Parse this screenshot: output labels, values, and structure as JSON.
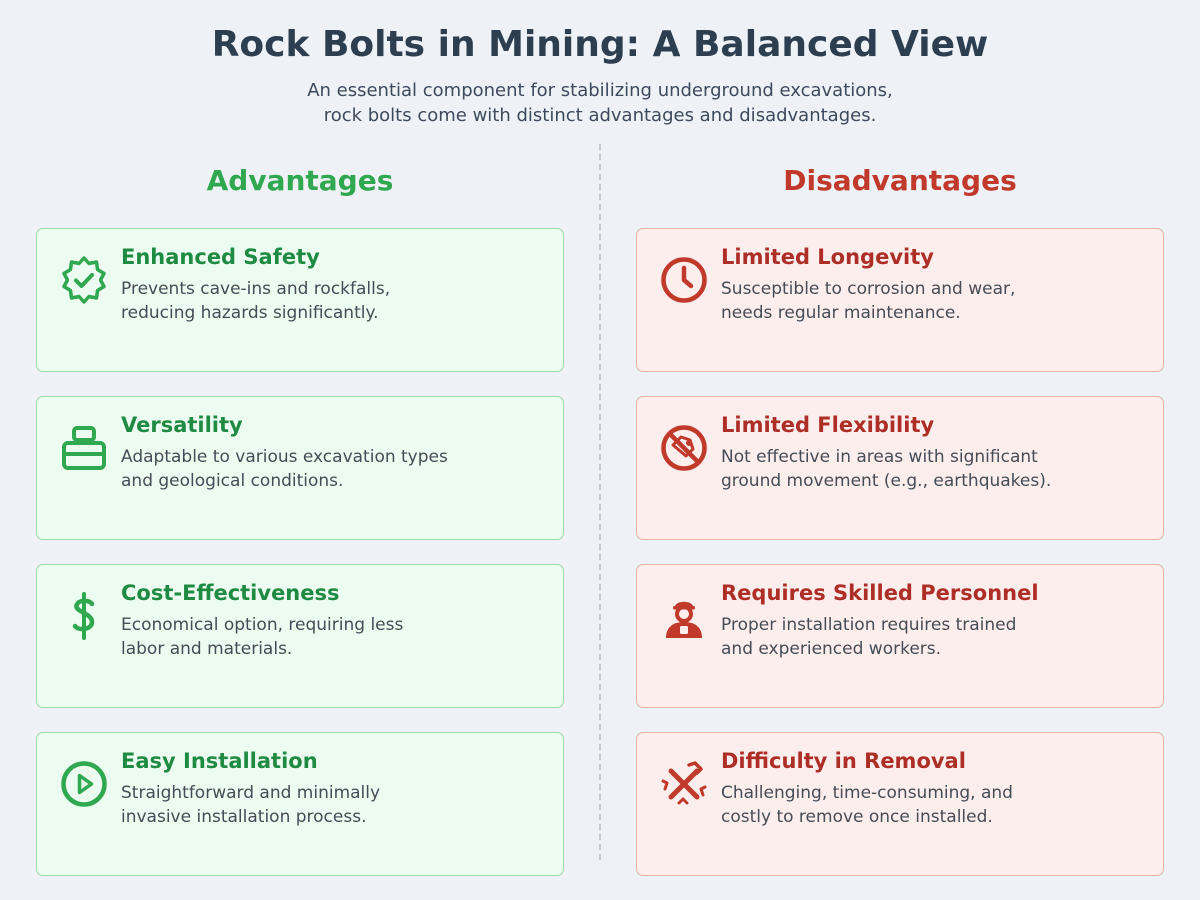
{
  "header": {
    "title": "Rock Bolts in Mining: A Balanced View",
    "subtitle_line1": "An essential component for stabilizing underground excavations,",
    "subtitle_line2": "rock bolts come with distinct advantages and disadvantages."
  },
  "colors": {
    "advantage": "#2fa84f",
    "disadvantage": "#c0392b"
  },
  "advantages": {
    "heading": "Advantages",
    "items": [
      {
        "icon": "safety-badge-icon",
        "title": "Enhanced Safety",
        "line1": "Prevents cave-ins and rockfalls,",
        "line2": "reducing hazards significantly."
      },
      {
        "icon": "layers-icon",
        "title": "Versatility",
        "line1": "Adaptable to various excavation types",
        "line2": "and geological conditions."
      },
      {
        "icon": "dollar-icon",
        "title": "Cost-Effectiveness",
        "line1": "Economical option, requiring less",
        "line2": "labor and materials."
      },
      {
        "icon": "play-circle-icon",
        "title": "Easy Installation",
        "line1": "Straightforward and minimally",
        "line2": "invasive installation process."
      }
    ]
  },
  "disadvantages": {
    "heading": "Disadvantages",
    "items": [
      {
        "icon": "clock-icon",
        "title": "Limited Longevity",
        "line1": "Susceptible to corrosion and wear,",
        "line2": "needs regular maintenance."
      },
      {
        "icon": "no-movement-icon",
        "title": "Limited Flexibility",
        "line1": "Not effective in areas with significant",
        "line2": "ground movement (e.g., earthquakes)."
      },
      {
        "icon": "worker-icon",
        "title": "Requires Skilled Personnel",
        "line1": "Proper installation requires trained",
        "line2": "and experienced workers."
      },
      {
        "icon": "tools-cross-icon",
        "title": "Difficulty in Removal",
        "line1": "Challenging, time-consuming, and",
        "line2": "costly to remove once installed."
      }
    ]
  }
}
